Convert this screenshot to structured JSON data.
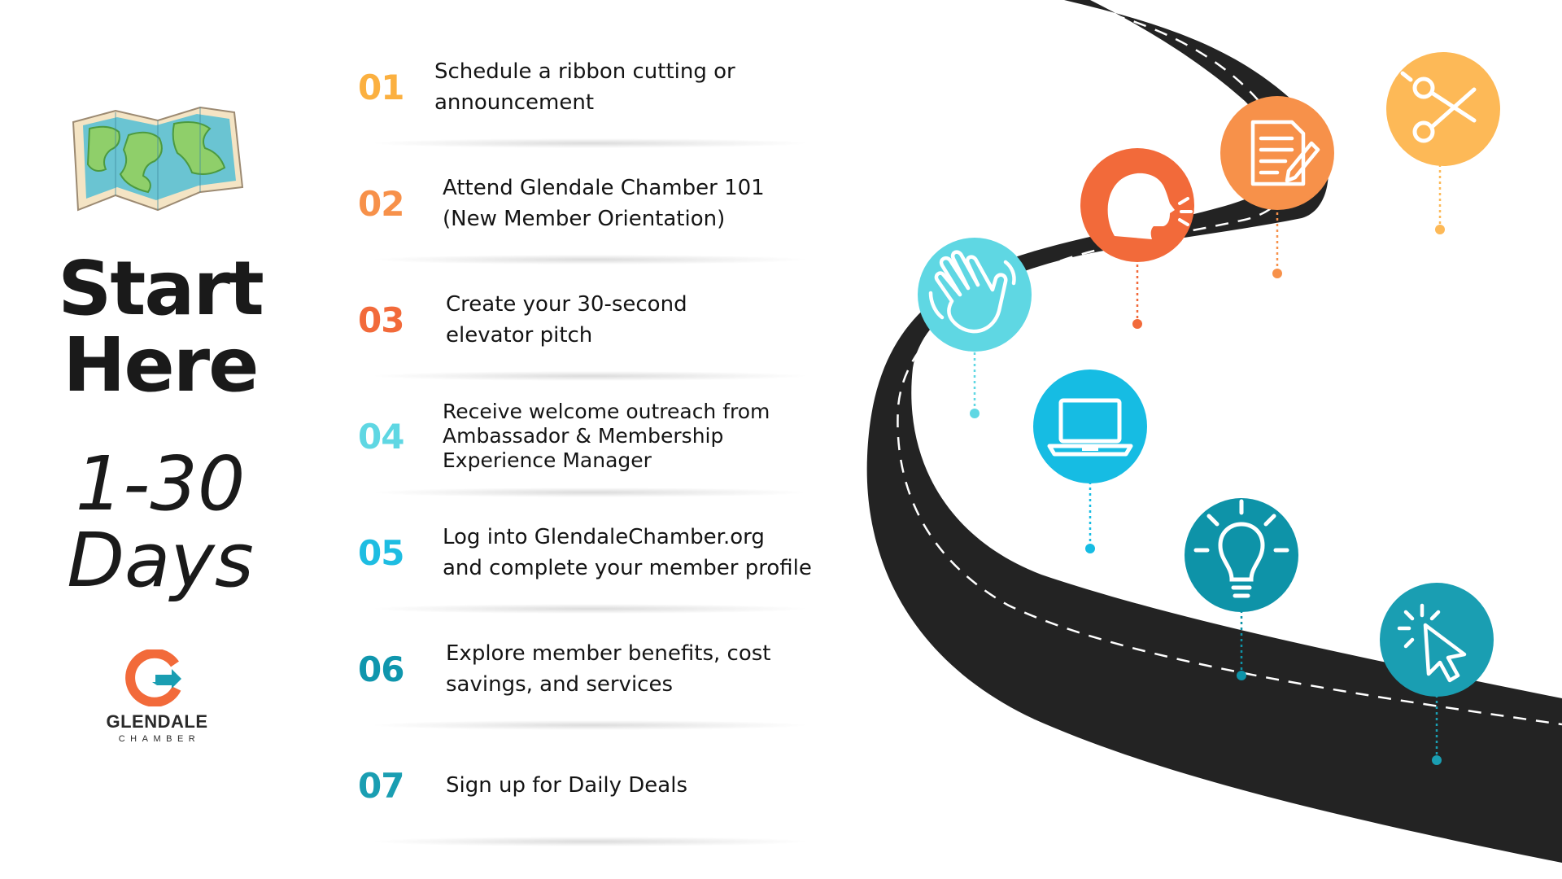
{
  "title": {
    "line1": "Start",
    "line2": "Here"
  },
  "duration": {
    "line1": "1-30",
    "line2": "Days"
  },
  "logo": {
    "name": "GLENDALE",
    "sub": "CHAMBER"
  },
  "steps": [
    {
      "number": "01",
      "text": "Schedule a ribbon cutting or\nannouncement",
      "color": "#fbb040"
    },
    {
      "number": "02",
      "text": "Attend Glendale Chamber 101\n(New Member Orientation)",
      "color": "#f7914a"
    },
    {
      "number": "03",
      "text": "Create your 30-second\nelevator pitch",
      "color": "#f26a3a"
    },
    {
      "number": "04",
      "text": "Receive welcome outreach from\nAmbassador & Membership\nExperience Manager",
      "color": "#5fd7e3"
    },
    {
      "number": "05",
      "text": "Log into GlendaleChamber.org\nand complete your member profile",
      "color": "#1ebde2"
    },
    {
      "number": "06",
      "text": "Explore member benefits, cost\nsavings, and services",
      "color": "#0f96ad"
    },
    {
      "number": "07",
      "text": "Sign up for Daily Deals",
      "color": "#1a9eb2"
    }
  ],
  "road_icons": [
    {
      "name": "scissors-icon",
      "color": "#fdb957"
    },
    {
      "name": "document-icon",
      "color": "#f7914a"
    },
    {
      "name": "speaking-head-icon",
      "color": "#f26a3a"
    },
    {
      "name": "waving-hand-icon",
      "color": "#5fd7e3"
    },
    {
      "name": "laptop-icon",
      "color": "#16bce3"
    },
    {
      "name": "lightbulb-icon",
      "color": "#0e93a8"
    },
    {
      "name": "cursor-click-icon",
      "color": "#1a9eb2"
    }
  ]
}
